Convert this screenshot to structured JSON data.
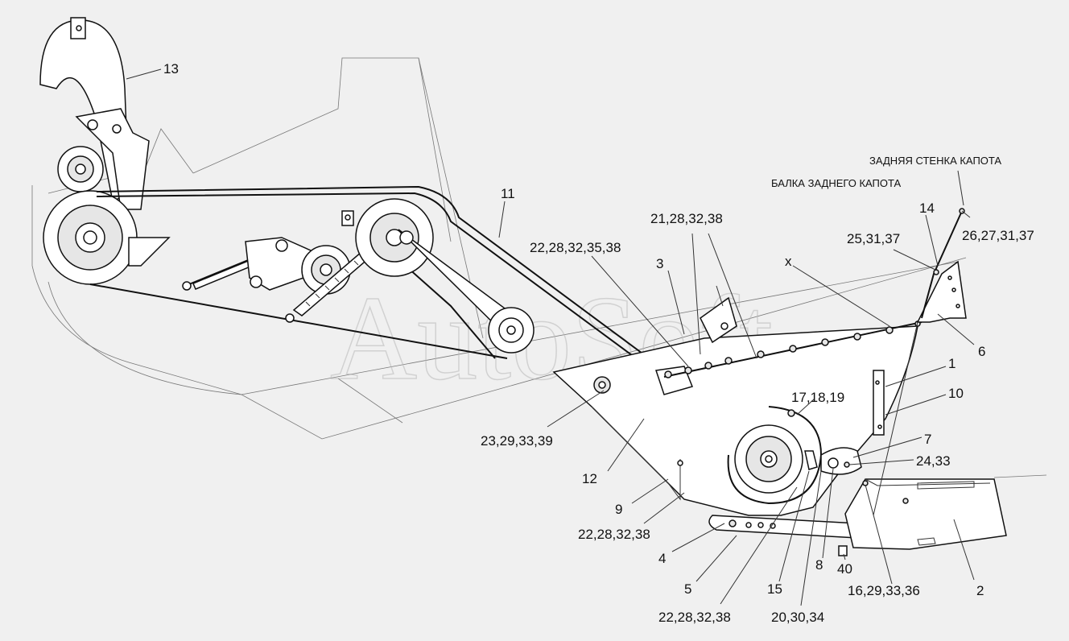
{
  "watermark": "AutoSoft",
  "callouts": {
    "c13": "13",
    "c11": "11",
    "c22_28_32_35_38": "22,28,32,35,38",
    "c21_28_32_38": "21,28,32,38",
    "c3": "3",
    "cx": "x",
    "hood_rear_wall": "ЗАДНЯЯ СТЕНКА КАПОТА",
    "hood_rear_beam": "БАЛКА ЗАДНЕГО КАПОТА",
    "c14": "14",
    "c25_31_37": "25,31,37",
    "c26_27_31_37": "26,27,31,37",
    "c6": "6",
    "c1": "1",
    "c10": "10",
    "c17_18_19": "17,18,19",
    "c7": "7",
    "c24_33": "24,33",
    "c23_29_33_39": "23,29,33,39",
    "c12": "12",
    "c9": "9",
    "c22_28_32_38_a": "22,28,32,38",
    "c4": "4",
    "c5": "5",
    "c22_28_32_38_b": "22,28,32,38",
    "c15": "15",
    "c8": "8",
    "c40": "40",
    "c20_30_34": "20,30,34",
    "c16_29_33_36": "16,29,33,36",
    "c2": "2"
  }
}
